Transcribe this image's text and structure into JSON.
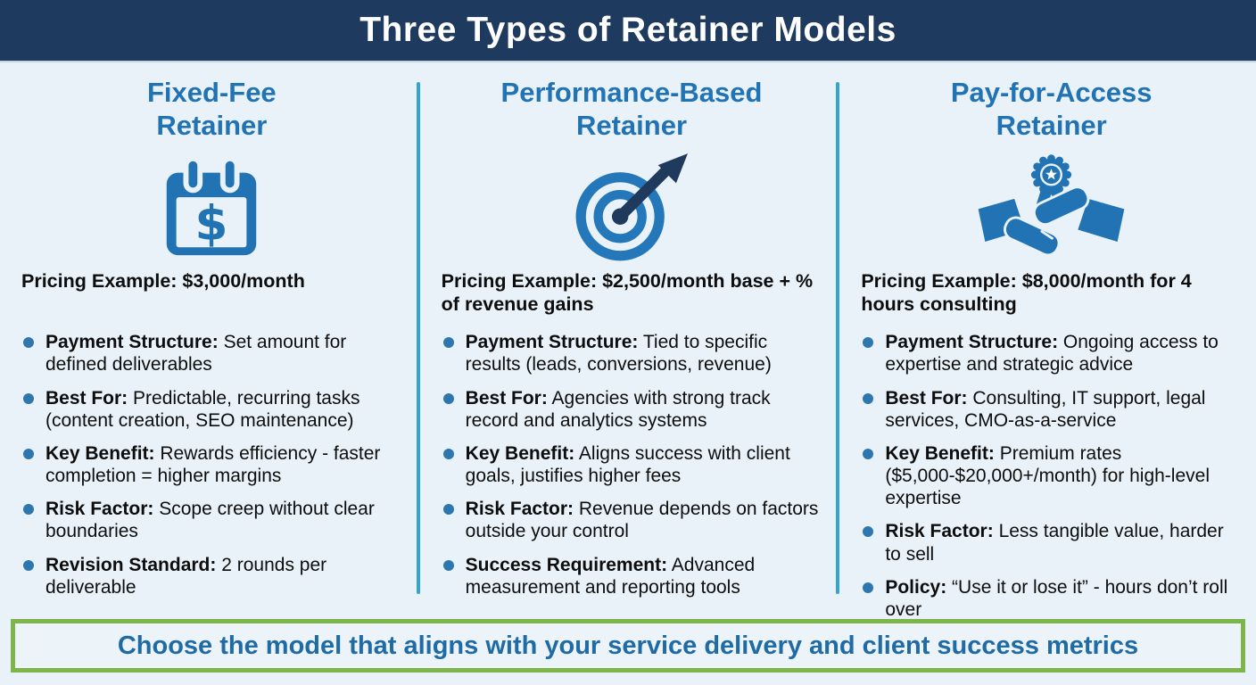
{
  "header": {
    "title": "Three Types of Retainer Models"
  },
  "columns": [
    {
      "title_line1": "Fixed-Fee",
      "title_line2": "Retainer",
      "icon": "calendar-dollar-icon",
      "pricing": "Pricing Example: $3,000/month",
      "bullets": [
        {
          "label": "Payment Structure:",
          "text": "Set amount for defined deliverables"
        },
        {
          "label": "Best For:",
          "text": "Predictable, recurring tasks (content creation, SEO maintenance)"
        },
        {
          "label": "Key Benefit:",
          "text": "Rewards efficiency - faster completion = higher margins"
        },
        {
          "label": "Risk Factor:",
          "text": "Scope creep without clear boundaries"
        },
        {
          "label": "Revision Standard:",
          "text": "2 rounds per deliverable"
        }
      ]
    },
    {
      "title_line1": "Performance-Based",
      "title_line2": "Retainer",
      "icon": "target-arrow-icon",
      "pricing": "Pricing Example: $2,500/month base + % of revenue gains",
      "bullets": [
        {
          "label": "Payment Structure:",
          "text": "Tied to specific results (leads, conversions, revenue)"
        },
        {
          "label": "Best For:",
          "text": "Agencies with strong track record and analytics systems"
        },
        {
          "label": "Key Benefit:",
          "text": "Aligns success with client goals, justifies higher fees"
        },
        {
          "label": "Risk Factor:",
          "text": "Revenue depends on factors outside your control"
        },
        {
          "label": "Success Requirement:",
          "text": "Advanced measurement and reporting tools"
        }
      ]
    },
    {
      "title_line1": "Pay-for-Access",
      "title_line2": "Retainer",
      "icon": "handshake-badge-icon",
      "pricing": "Pricing Example: $8,000/month for 4 hours consulting",
      "bullets": [
        {
          "label": "Payment Structure:",
          "text": "Ongoing access to expertise and strategic advice"
        },
        {
          "label": "Best For:",
          "text": "Consulting, IT support, legal services, CMO-as-a-service"
        },
        {
          "label": "Key Benefit:",
          "text": "Premium rates ($5,000-$20,000+/month) for high-level expertise"
        },
        {
          "label": "Risk Factor:",
          "text": "Less tangible value, harder to sell"
        },
        {
          "label": "Policy:",
          "text": "“Use it or lose it” - hours don’t roll over"
        }
      ]
    }
  ],
  "footer": {
    "text": "Choose the model that aligns with your service delivery and client success metrics"
  },
  "colors": {
    "header_bg": "#1e3a5e",
    "body_bg": "#e9f2f8",
    "accent_blue": "#2273b4",
    "divider_blue": "#35a3d8",
    "bullet_blue": "#2e76ae",
    "arrow_navy": "#1f3a5c",
    "footer_border_green": "#7db54a",
    "footer_text_blue": "#1f6ba5"
  }
}
